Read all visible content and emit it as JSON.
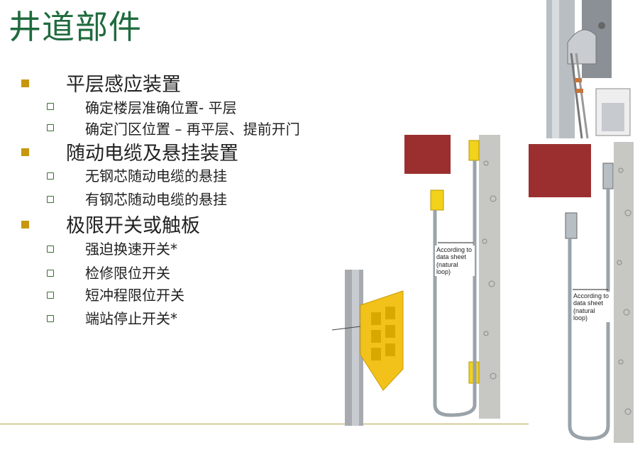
{
  "title": "井道部件",
  "bullets": [
    {
      "text": "平层感应装置",
      "sub": [
        "确定楼层准确位置- 平层",
        "确定门区位置 – 再平层、提前开门"
      ]
    },
    {
      "text": "随动电缆及悬挂装置",
      "sub": [
        "无钢芯随动电缆的悬挂",
        "有钢芯随动电缆的悬挂"
      ]
    },
    {
      "text": "极限开关或触板",
      "sub": [
        "强迫换速开关*",
        "检修限位开关",
        "短冲程限位开关",
        "端站停止开关*"
      ]
    }
  ],
  "colors": {
    "title": "#1f6b3e",
    "bullet": "#c8960e",
    "sub_bullet": "#3a6e2f",
    "rule": "#b5a34a"
  },
  "figures": {
    "middle_label": "According to data sheet (natural loop)",
    "right_label": "According to data sheet (natural loop)"
  }
}
